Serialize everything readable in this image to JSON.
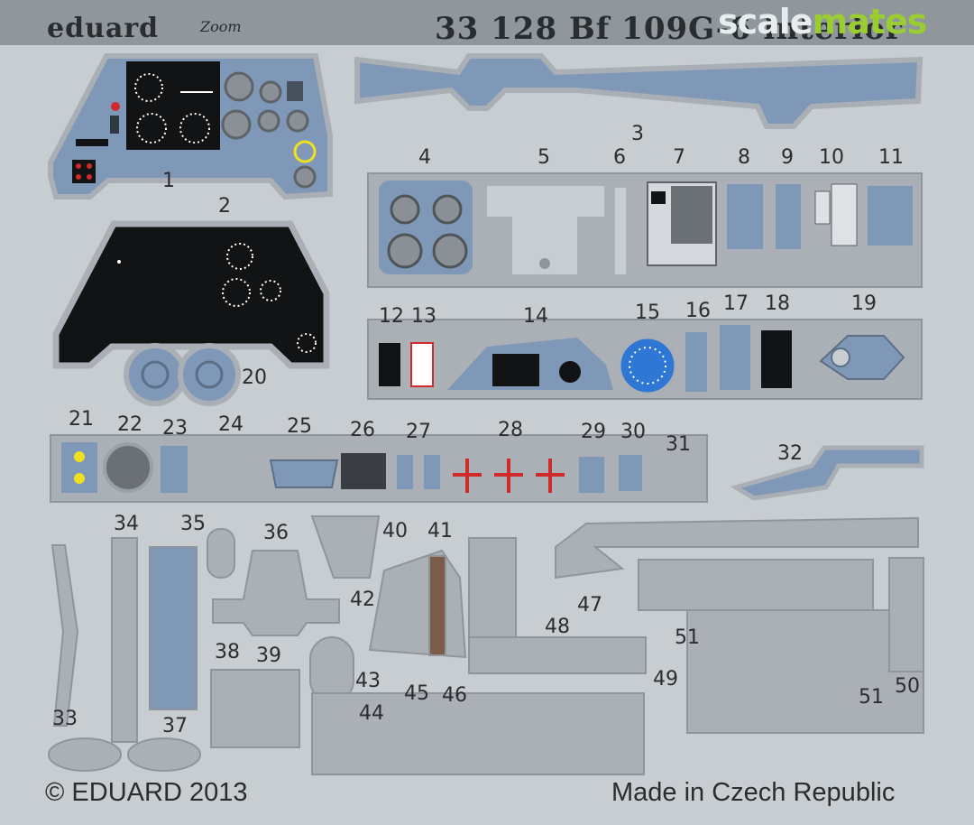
{
  "header": {
    "brand": "eduard",
    "sub_brand": "Zoom",
    "set_title": "33 128  Bf 109G-6 interior"
  },
  "watermark": {
    "part1": "scale",
    "part2": "mates"
  },
  "part_numbers": [
    "1",
    "2",
    "3",
    "4",
    "5",
    "6",
    "7",
    "8",
    "9",
    "10",
    "11",
    "12",
    "13",
    "14",
    "15",
    "16",
    "17",
    "18",
    "19",
    "20",
    "21",
    "22",
    "23",
    "24",
    "25",
    "26",
    "27",
    "28",
    "29",
    "30",
    "31",
    "32",
    "33",
    "34",
    "35",
    "36",
    "37",
    "38",
    "39",
    "40",
    "41",
    "42",
    "43",
    "44",
    "45",
    "46",
    "47",
    "48",
    "49",
    "50",
    "51",
    "51"
  ],
  "footer": {
    "copyright": "© EDUARD 2013",
    "made_in": "Made in Czech Republic"
  },
  "colors": {
    "fret": "#c8cdd2",
    "metal_edge": "#9aa1a7",
    "panel_blue": "#7f98b8",
    "instrument_black": "#121314",
    "red": "#d02a2a",
    "yellow": "#f0e020",
    "brown": "#7c5c48",
    "accent_green": "#9acd32"
  }
}
